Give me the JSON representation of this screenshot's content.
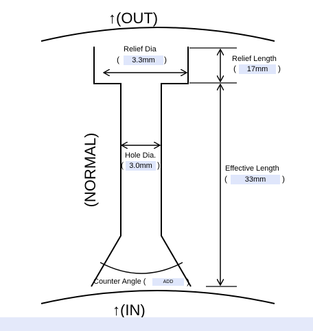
{
  "labels": {
    "out": "↑(OUT)",
    "in": "↑(IN)",
    "normal": "(NORMAL)",
    "relief_dia": "Relief Dia",
    "relief_length": "Relief  Length",
    "hole_dia": "Hole Dia.",
    "effective_length": "Effective Length",
    "counter_angle": "Counter Angle ("
  },
  "values": {
    "relief_dia": "3.3mm",
    "relief_length": "17mm",
    "hole_dia": "3.0mm",
    "effective_length": "33mm",
    "counter_angle": "ADD"
  },
  "colors": {
    "field_bg": "#dfe6fb",
    "band_bg": "#e4e9fa",
    "line": "#000000"
  }
}
